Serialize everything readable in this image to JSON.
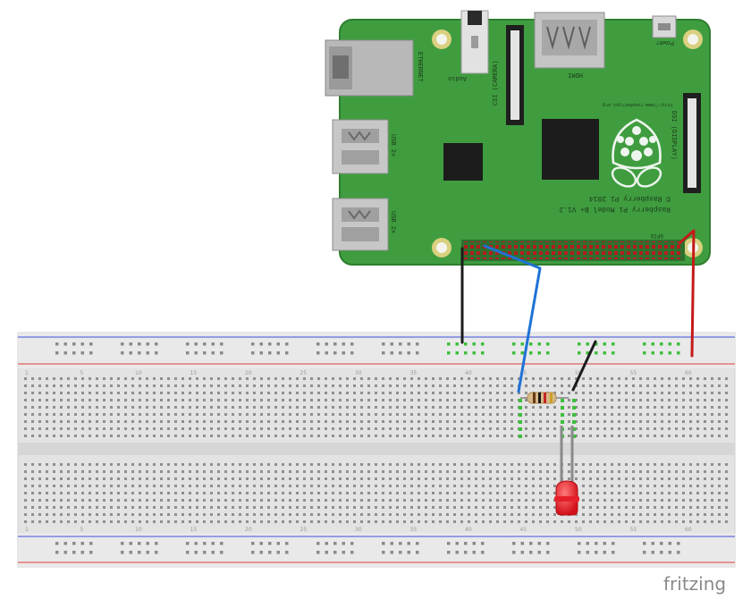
{
  "board": {
    "ethernet_label": "ETHERNET",
    "usb_label_1": "USB 2x",
    "usb_label_2": "USB 2x",
    "audio_label": "Audio",
    "camera_label": "CSI (CAMERA)",
    "hdmi_label": "HDMI",
    "power_label": "Power",
    "display_label": "DSI (DISPLAY)",
    "url_label": "http://www.raspberrypi.org",
    "copyright_label": "© Raspberry Pi 2014",
    "model_label": "Raspberry Pi Model B+ V1.2",
    "gpio_label": "GPIO"
  },
  "breadboard": {
    "column_numbers": [
      "1",
      "5",
      "10",
      "15",
      "20",
      "25",
      "30",
      "35",
      "40",
      "45",
      "50",
      "55",
      "60"
    ]
  },
  "watermark": "fritzing",
  "colors": {
    "board_green": "#3f9d3f",
    "wire_black": "#1c1c1c",
    "wire_blue": "#1e72d6",
    "wire_red": "#c41a1a",
    "led_red": "#e6202a"
  }
}
